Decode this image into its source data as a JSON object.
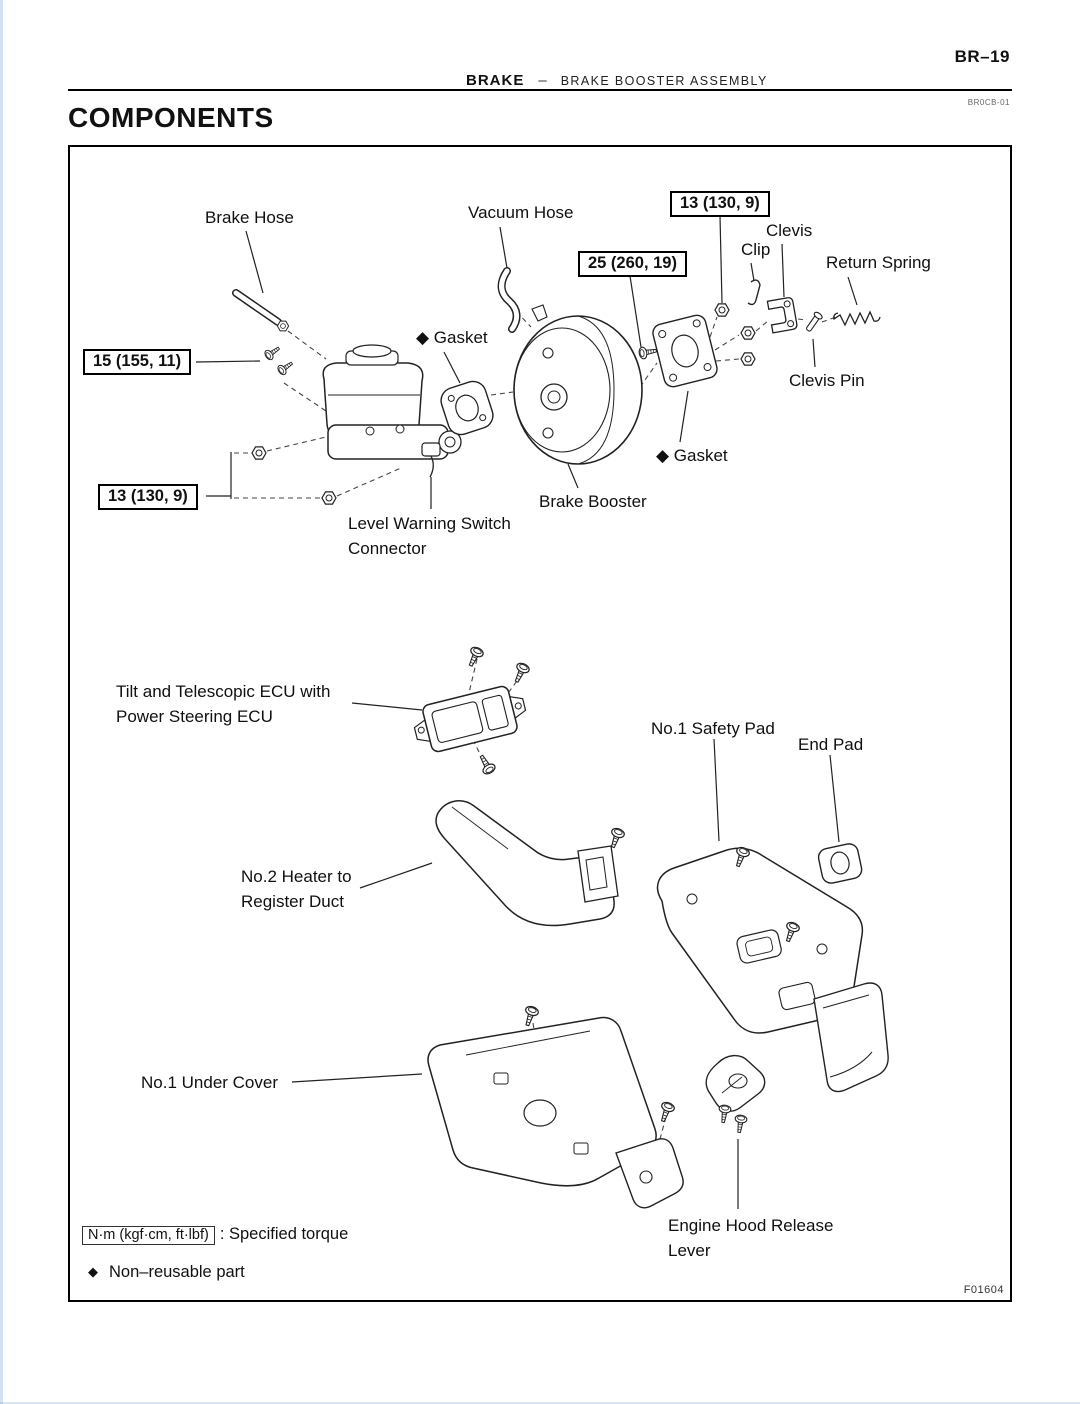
{
  "page": {
    "page_number": "BR–19",
    "breadcrumb": {
      "section": "BRAKE",
      "separator": "–",
      "subsection": "BRAKE BOOSTER ASSEMBLY"
    },
    "doc_code": "BR0CB-01",
    "title": "COMPONENTS",
    "figure_code": "F01604"
  },
  "diagram": {
    "labels": [
      "Brake Hose",
      "Vacuum Hose",
      "Clevis",
      "Clip",
      "Return Spring",
      "Clevis Pin",
      "◆ Gasket",
      "◆ Gasket",
      "Brake Booster",
      "Level Warning Switch\nConnector",
      "Tilt and Telescopic ECU with\nPower Steering ECU",
      "No.1 Safety Pad",
      "End Pad",
      "No.2 Heater to\nRegister Duct",
      "No.1 Under Cover",
      "Engine Hood Release\nLever"
    ],
    "torque_specs": [
      "13 (130, 9)",
      "25 (260, 19)",
      "15 (155, 11)",
      "13 (130, 9)"
    ],
    "legend": {
      "torque_unit": "N·m (kgf·cm, ft·lbf)",
      "torque_desc": ": Specified torque",
      "diamond": "◆",
      "nonreusable": "Non–reusable part"
    }
  }
}
